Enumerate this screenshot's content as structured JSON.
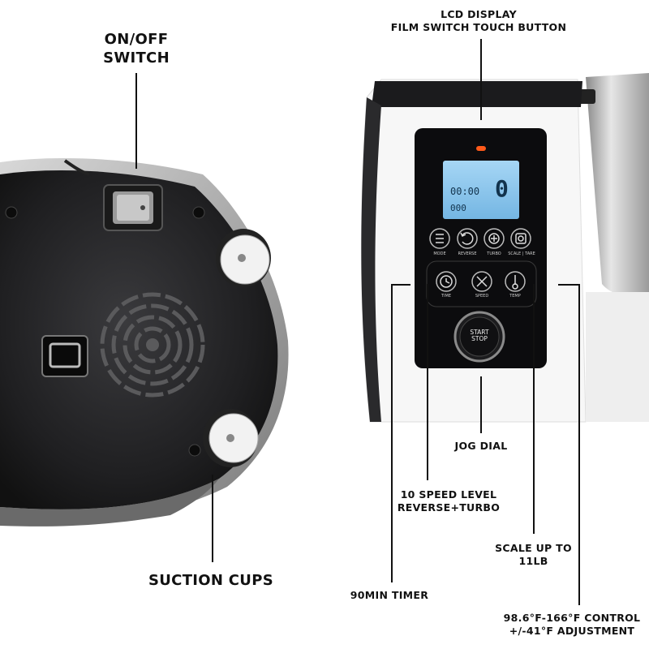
{
  "callouts": {
    "on_off": [
      "ON/OFF",
      "SWITCH"
    ],
    "suction": [
      "SUCTION CUPS"
    ],
    "lcd": [
      "LCD DISPLAY",
      "FILM SWITCH TOUCH BUTTON"
    ],
    "jog": [
      "JOG DIAL"
    ],
    "speed": [
      "10 SPEED LEVEL",
      "REVERSE+TURBO"
    ],
    "scale": [
      "SCALE UP TO",
      "11LB"
    ],
    "timer": [
      "90MIN TIMER"
    ],
    "control": [
      "98.6°F-166°F CONTROL",
      "+/-41°F ADJUSTMENT"
    ]
  },
  "panel": {
    "display_time": "00:00",
    "display_value": "0",
    "display_small": "000",
    "buttons_top": [
      "MODE",
      "REVERSE",
      "TURBO",
      "SCALE | TARE"
    ],
    "buttons_mid": [
      "TIME",
      "SPEED",
      "TEMP"
    ],
    "start_stop": [
      "START",
      "STOP"
    ]
  },
  "colors": {
    "body_black": "#1b1b1d",
    "panel_black": "#0c0c0e",
    "lcd_blue": "#8fc8ee",
    "indicator": "#ff5a1a"
  }
}
